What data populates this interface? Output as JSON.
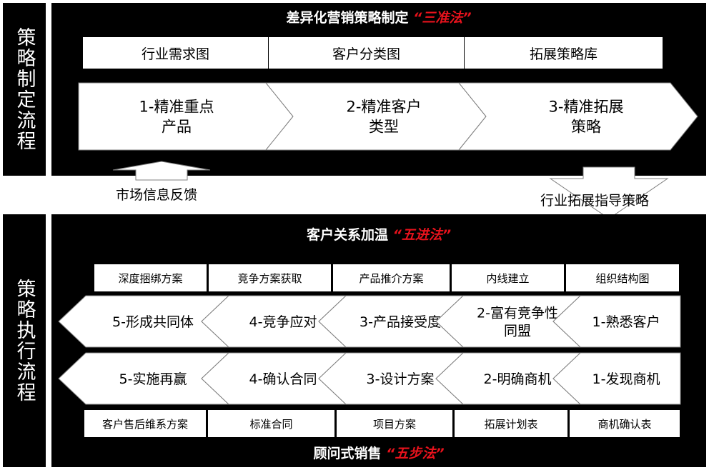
{
  "side_labels": {
    "top": "策略制定流程",
    "bottom": "策略执行流程"
  },
  "strategy": {
    "title": "差异化营销策略制定",
    "title_highlight": "“三准法”",
    "tools": [
      "行业需求图",
      "客户分类图",
      "拓展策略库"
    ],
    "steps": [
      [
        "1-精准重点",
        "产品"
      ],
      [
        "2-精准客户",
        "类型"
      ],
      [
        "3-精准拓展",
        "策略"
      ]
    ]
  },
  "feedback": {
    "up_label": "市场信息反馈",
    "down_label": "行业拓展指导策略"
  },
  "relationship": {
    "title": "客户关系加温",
    "title_highlight": "“五进法”",
    "tools": [
      "深度捆绑方案",
      "竞争方案获取",
      "产品推介方案",
      "内线建立",
      "组织结构图"
    ],
    "steps": [
      [
        "5-形成共同体"
      ],
      [
        "4-竞争应对"
      ],
      [
        "3-产品接受度"
      ],
      [
        "2-富有竞争性",
        "同盟"
      ],
      [
        "1-熟悉客户"
      ]
    ]
  },
  "sales": {
    "title": "顾问式销售",
    "title_highlight": "“五步法”",
    "steps": [
      [
        "5-实施再赢"
      ],
      [
        "4-确认合同"
      ],
      [
        "3-设计方案"
      ],
      [
        "2-明确商机"
      ],
      [
        "1-发现商机"
      ]
    ],
    "tools": [
      "客户售后维系方案",
      "标准合同",
      "项目方案",
      "拓展计划表",
      "商机确认表"
    ]
  },
  "colors": {
    "panel": "#000000",
    "box": "#ffffff",
    "highlight": "#e8121c",
    "arrow_stroke": "#7f7f7f"
  }
}
